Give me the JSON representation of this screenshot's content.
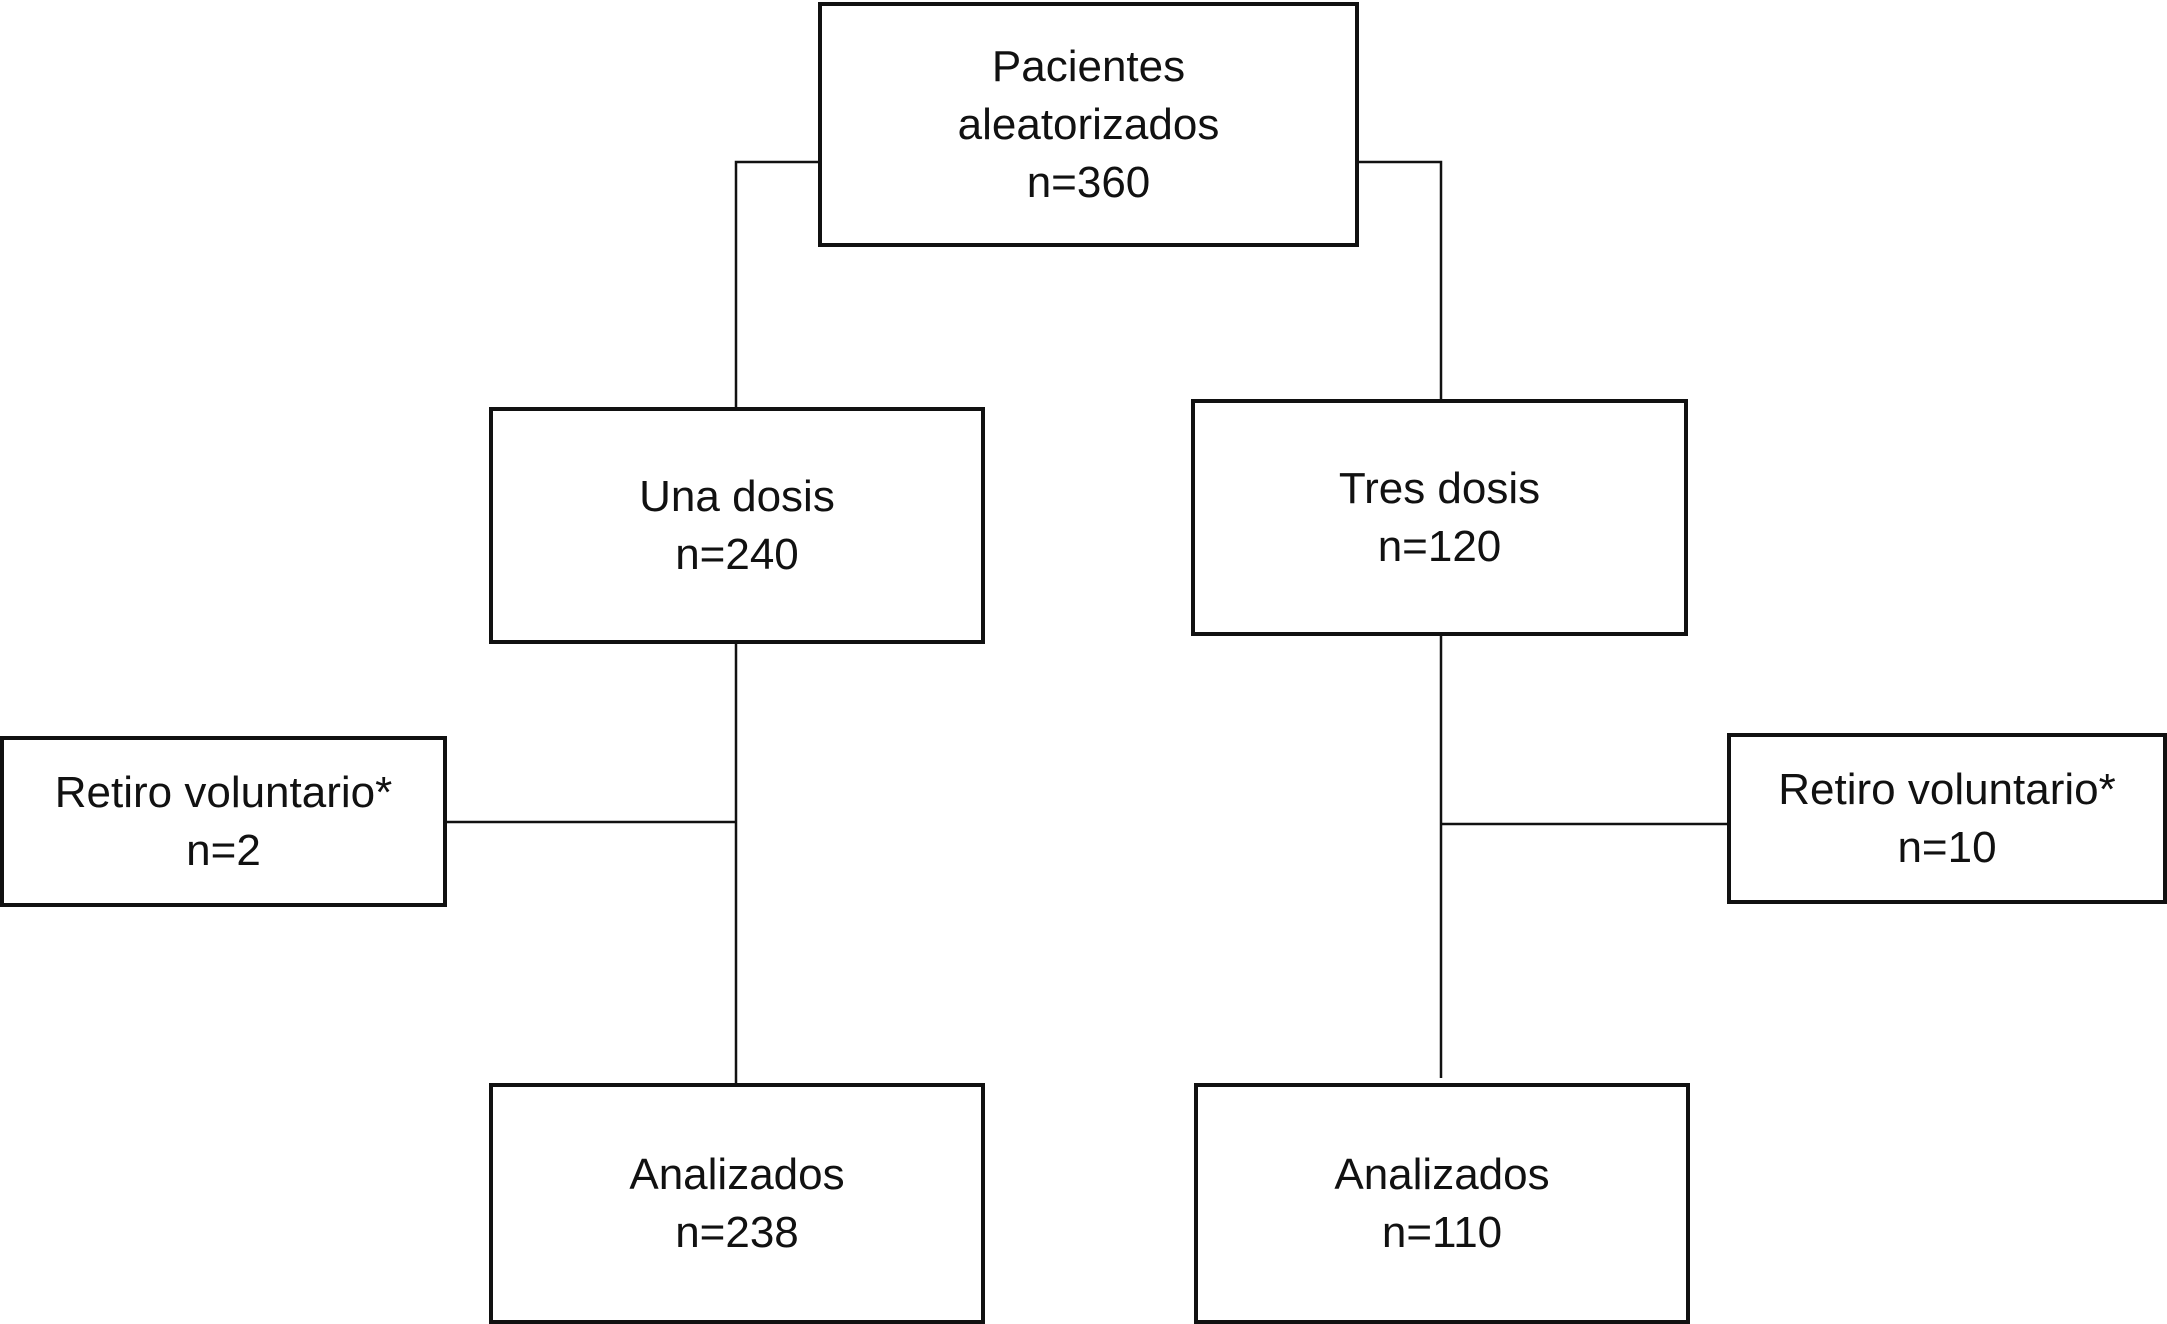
{
  "diagram": {
    "root": {
      "title_line1": "Pacientes",
      "title_line2": "aleatorizados",
      "count": "n=360"
    },
    "arm_one_dose": {
      "title": "Una dosis",
      "count": "n=240"
    },
    "arm_three_dose": {
      "title": "Tres dosis",
      "count": "n=120"
    },
    "withdraw_one_dose": {
      "title": "Retiro voluntario*",
      "count": "n=2"
    },
    "withdraw_three_dose": {
      "title": "Retiro voluntario*",
      "count": "n=10"
    },
    "analyzed_one_dose": {
      "title": "Analizados",
      "count": "n=238"
    },
    "analyzed_three_dose": {
      "title": "Analizados",
      "count": "n=110"
    },
    "colors": {
      "line": "#111111",
      "box_fill": "#ffffff",
      "text": "#111111"
    }
  }
}
